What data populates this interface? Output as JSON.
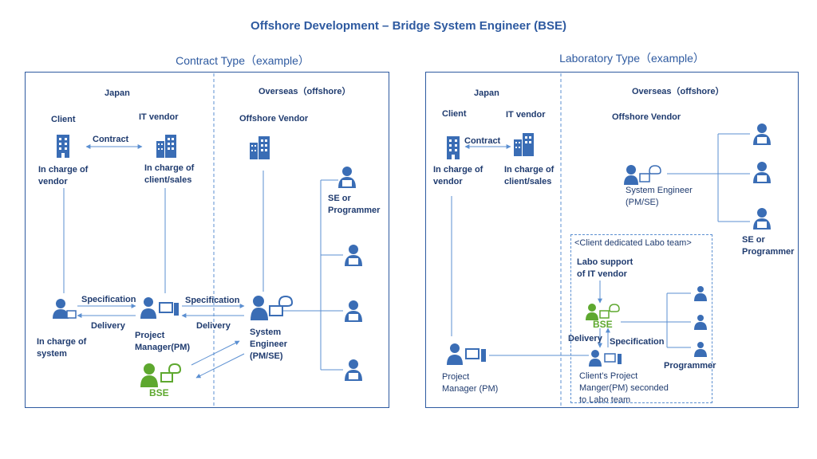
{
  "title": "Offshore Development – Bridge System Engineer  (BSE)",
  "contract": {
    "panel_title": "Contract Type（example）",
    "japan": "Japan",
    "overseas": "Overseas（offshore）",
    "client": "Client",
    "it_vendor": "IT vendor",
    "offshore_vendor": "Offshore Vendor",
    "contract": "Contract",
    "in_charge_vendor": "In charge of\nvendor",
    "in_charge_client_sales": "In charge of\nclient/sales",
    "se_programmer": "SE or\nProgrammer",
    "specification_1": "Specification",
    "delivery_1": "Delivery",
    "specification_2": "Specification",
    "delivery_2": "Delivery",
    "in_charge_system": "In charge of\nsystem",
    "project_manager": "Project\nManager(PM)",
    "system_engineer": "System\nEngineer\n(PM/SE)",
    "bse": "BSE"
  },
  "lab": {
    "panel_title": "Laboratory Type（example）",
    "japan": "Japan",
    "overseas": "Overseas（offshore）",
    "client": "Client",
    "it_vendor": "IT vendor",
    "offshore_vendor": "Offshore Vendor",
    "contract": "Contract",
    "in_charge_vendor": "In charge of\nvendor",
    "in_charge_client_sales": "In charge of\nclient/sales",
    "system_engineer": "System Engineer\n(PM/SE)",
    "se_programmer": "SE or\nProgrammer",
    "labo_team": "<Client dedicated Labo team>",
    "labo_support": "Labo support\nof IT vendor",
    "bse": "BSE",
    "delivery": "Delivery",
    "specification": "Specification",
    "programmer": "Programmer",
    "client_pm": "Client’s Project\nManger(PM) seconded\nto Labo team",
    "project_manager": "Project\nManager (PM)"
  },
  "colors": {
    "primary": "#2e5aa0",
    "line": "#5b8fd1",
    "bse_green": "#5ea82f",
    "icon_blue": "#3a6db5"
  }
}
